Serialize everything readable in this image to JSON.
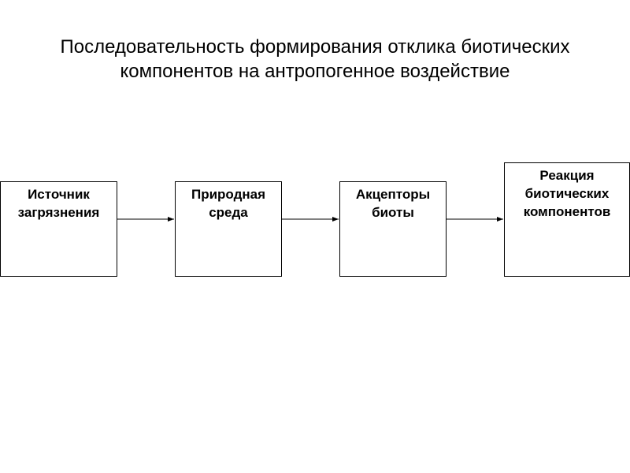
{
  "title": {
    "line1": "Последовательность формирования отклика биотических",
    "line2": "компонентов на антропогенное воздействие"
  },
  "nodes": [
    {
      "lines": [
        "Источник",
        "загрязнения"
      ]
    },
    {
      "lines": [
        "Природная",
        "среда"
      ]
    },
    {
      "lines": [
        "Акцепторы",
        "биоты"
      ]
    },
    {
      "lines": [
        "Реакция",
        "биотических",
        "компонентов"
      ]
    }
  ],
  "colors": {
    "stroke": "#000000",
    "background": "#ffffff"
  }
}
